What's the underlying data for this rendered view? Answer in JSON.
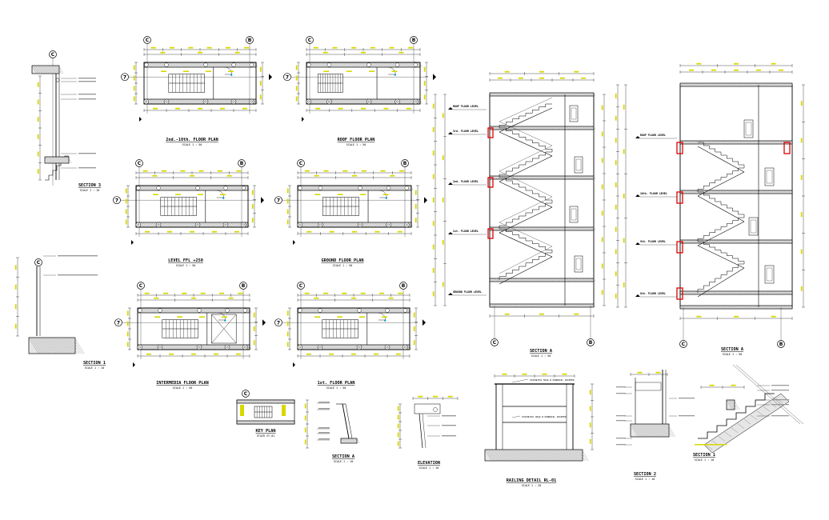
{
  "colors": {
    "line": "#000000",
    "dim": "#d8d800",
    "hatch": "#555555",
    "red": "#e00000",
    "cyan": "#0099cc"
  },
  "grid": {
    "c": "C",
    "b": "B",
    "seven": "7"
  },
  "plans": {
    "floor2": {
      "title": "2nd.-10th. FLOOR PLAN",
      "scale": "SCALE 1 : 50"
    },
    "roof": {
      "title": "ROOF FLOOR PLAN",
      "scale": "SCALE 1 : 50"
    },
    "level": {
      "title": "LEVEL FFL +250",
      "scale": "SCALE 1 : 50"
    },
    "ground": {
      "title": "GROUND FLOOR PLAN",
      "scale": "SCALE 1 : 50"
    },
    "inter": {
      "title": "INTERMEDIA FLOOR PLAN",
      "scale": "SCALE 1 : 50"
    },
    "first": {
      "title": "1st. FLOOR PLAN",
      "scale": "SCALE 1 : 50"
    }
  },
  "sections": {
    "s3": {
      "title": "SECTION 3",
      "scale": "SCALE 1 : 10"
    },
    "s1left": {
      "title": "SECTION 1",
      "scale": "SCALE 1 : 10"
    },
    "sA1": {
      "title": "SECTION A",
      "scale": "SCALE 1 : 50"
    },
    "sA2": {
      "title": "SECTION A",
      "scale": "SCALE 1 : 50"
    },
    "sAsmall": {
      "title": "SECTION A",
      "scale": "SCALE 1 : 10"
    },
    "elev": {
      "title": "ELEVATION",
      "scale": "SCALE 1 : 10"
    },
    "railing": {
      "title": "RAILING DETAIL RL-01",
      "scale": "SCALE 1 : 20"
    },
    "s2": {
      "title": "SECTION 2",
      "scale": "SCALE 1 : 10"
    },
    "s1right": {
      "title": "SECTION 1",
      "scale": "SCALE 1 : 10"
    }
  },
  "keyplan": {
    "title": "KEY PLAN",
    "subtitle": "STAIR ST-01"
  },
  "levels_left": [
    "ROOF FLOOR LEVEL",
    "3rd. FLOOR LEVEL",
    "2nd. FLOOR LEVEL",
    "1st. FLOOR LEVEL",
    "GROUND FLOOR LEVEL"
  ],
  "levels_right": [
    "ROOF FLOOR LEVEL",
    "10th. FLOOR LEVEL",
    "9th. FLOOR LEVEL",
    "8th. FLOOR LEVEL"
  ],
  "railing_notes": [
    "STAINLESS 50mm Ø HANDRAIL PAINTED",
    "STAINLESS 40mm Ø HANDRAIL PAINTED"
  ]
}
